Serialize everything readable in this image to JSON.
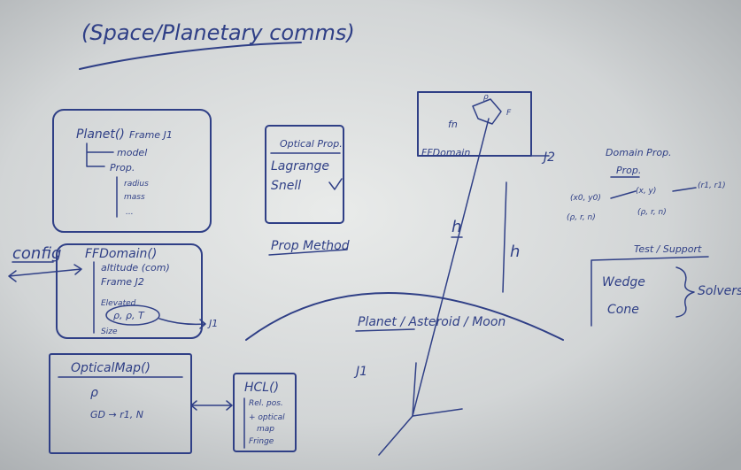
{
  "title": "(Space/Planetary comms)",
  "planet_box": {
    "title": "Planet()",
    "frame_label": "Frame J1",
    "items": [
      "model",
      "Prop.",
      "radius",
      "mass",
      "..."
    ]
  },
  "optical_box": {
    "title": "Optical Prop.",
    "items": [
      "Lagrange",
      "Snell"
    ]
  },
  "prop_method_label": "Prop Method",
  "ffdomain_box": {
    "title": "FFDomain()",
    "items": [
      "altitude (com)",
      "Frame J2",
      "Elevated",
      "ρ, ρ, T",
      "Size"
    ],
    "arrow_label": "J1"
  },
  "config_label": "config",
  "optical_map_box": {
    "title": "OpticalMap()",
    "items": [
      "ρ",
      "GD → r1, N"
    ]
  },
  "hcl_box": {
    "title": "HCL()",
    "items": [
      "Rel. pos.",
      "+ optical",
      "map",
      "Fringe"
    ]
  },
  "ff_domain_rect": {
    "label": "FFDomain",
    "frame_label": "J2",
    "inner_labels": [
      "fn",
      "ρ",
      "F"
    ]
  },
  "h_label": "h",
  "h2_label": "h",
  "arc_label": "Planet / Asteroid / Moon",
  "frame_j1_label": "J1",
  "domain_prop": {
    "title": "Domain Prop.",
    "subtitle": "Prop.",
    "labels": [
      "(x0, y0)",
      "(x, y)",
      "(r1, r1)",
      "(ρ, r, n)",
      "(ρ, r, n)"
    ]
  },
  "test_support": {
    "title": "Test / Support",
    "items": [
      "Wedge",
      "Cone"
    ],
    "side_label": "Solvers"
  }
}
